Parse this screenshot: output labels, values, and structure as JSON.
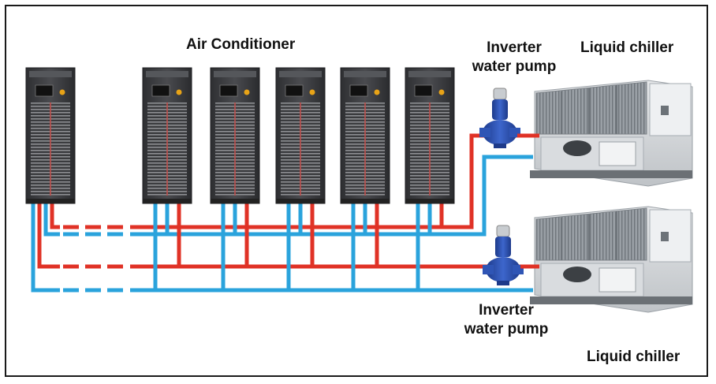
{
  "labels": {
    "air_conditioner": "Air Conditioner",
    "pump_top_line1": "Inverter",
    "pump_top_line2": "water pump",
    "chiller_top": "Liquid chiller",
    "pump_bottom_line1": "Inverter",
    "pump_bottom_line2": "water pump",
    "chiller_bottom": "Liquid chiller"
  },
  "colors": {
    "supply_pipe": "#e03226",
    "return_pipe": "#2aa3dc",
    "cabinet": "#3e3f42",
    "pump_body": "#2f55b5",
    "chiller_body": "#d6d9dc",
    "frame": "#1a1a1a"
  },
  "units": {
    "air_conditioner_count": 6,
    "chiller_count": 2,
    "pump_count": 2
  }
}
